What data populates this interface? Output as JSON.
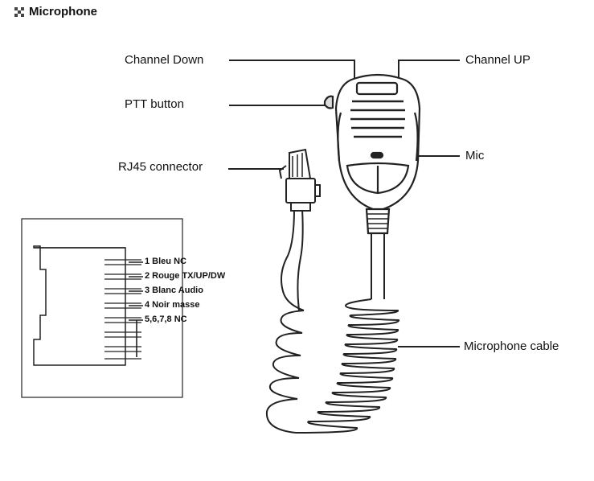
{
  "heading": {
    "title": "Microphone",
    "icon": "grid-bullet-icon"
  },
  "labels": {
    "channel_down": "Channel Down",
    "channel_up": "Channel UP",
    "ptt": "PTT button",
    "mic": "Mic",
    "rj45": "RJ45 connector",
    "cable": "Microphone cable"
  },
  "pins": [
    "1 Bleu NC",
    "2 Rouge TX/UP/DW",
    "3 Blanc  Audio",
    "4 Noir masse",
    "5,6,7,8 NC"
  ]
}
